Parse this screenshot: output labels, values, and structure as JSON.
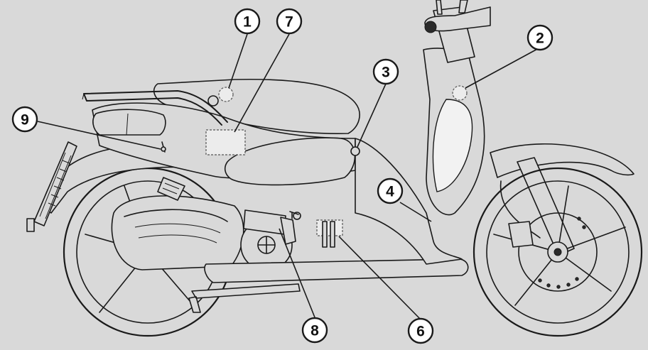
{
  "callouts": [
    {
      "id": "1",
      "label": "1"
    },
    {
      "id": "2",
      "label": "2"
    },
    {
      "id": "3",
      "label": "3"
    },
    {
      "id": "4",
      "label": "4"
    },
    {
      "id": "6",
      "label": "6"
    },
    {
      "id": "7",
      "label": "7"
    },
    {
      "id": "8",
      "label": "8"
    },
    {
      "id": "9",
      "label": "9"
    }
  ],
  "colors": {
    "background": "#d9d9d9",
    "line": "#1a1a1a",
    "callout_fill": "#ffffff"
  }
}
